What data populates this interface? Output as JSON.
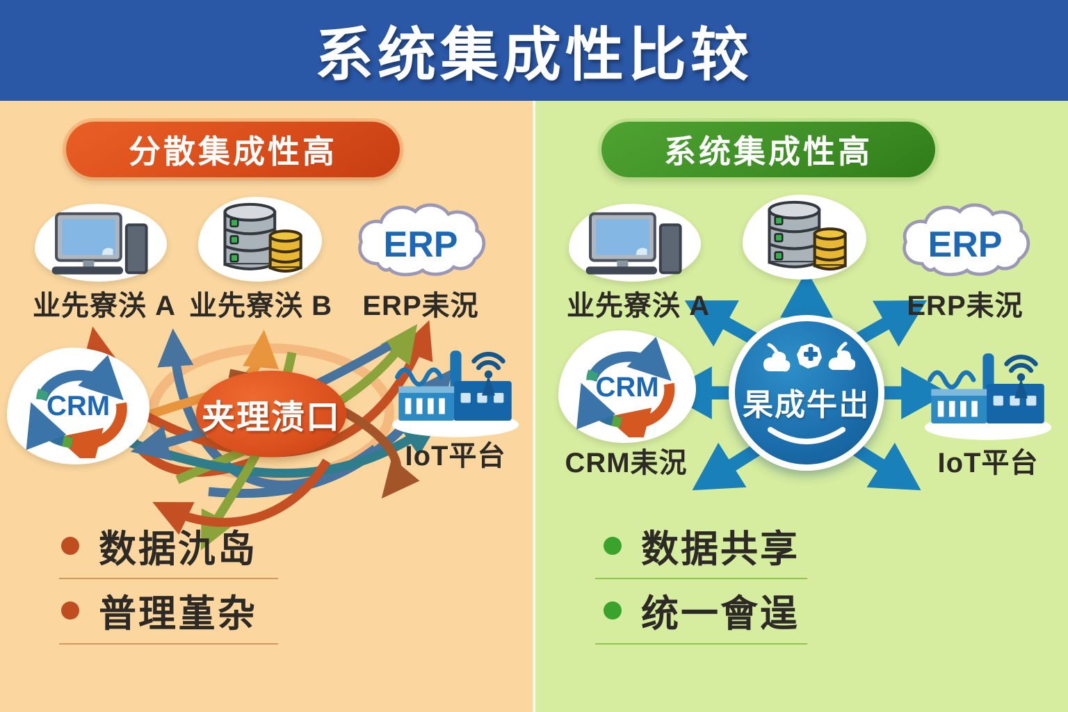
{
  "title": "系统集成性比较",
  "left": {
    "header": "分散集成性高",
    "hub_label": "夹理渍口",
    "nodes": [
      {
        "id": "system-a",
        "label": "业先寮浂 A"
      },
      {
        "id": "system-b",
        "label": "业先寮浂 B"
      },
      {
        "id": "erp",
        "label": "ERP耒況",
        "icon_text": "ERP"
      },
      {
        "id": "crm",
        "label": "",
        "icon_text": "CRM"
      },
      {
        "id": "iot",
        "label": "IoT平台"
      }
    ],
    "bullets": [
      "数据氿岛",
      "普理堇杂"
    ]
  },
  "right": {
    "header": "系统集成性高",
    "hub_label": "杲成牛岀",
    "nodes": [
      {
        "id": "system-a",
        "label": "业先寮浂 A"
      },
      {
        "id": "database",
        "label": ""
      },
      {
        "id": "erp",
        "label": "ERP耒況",
        "icon_text": "ERP"
      },
      {
        "id": "crm",
        "label": "CRM耒況",
        "icon_text": "CRM"
      },
      {
        "id": "iot",
        "label": "IoT平台"
      }
    ],
    "bullets": [
      "数据共享",
      "统一會逞"
    ]
  },
  "colors": {
    "header_bg": "#2a57a6",
    "left_bg": "#fbd79f",
    "right_bg": "#d6ed9f",
    "left_badge": "#d94d1b",
    "right_badge": "#3f9026",
    "hub_left": "#dd5320",
    "hub_right": "#1b6dab",
    "bullet_left": "#bf4d20",
    "bullet_right": "#3aa32c",
    "arrow_blue": "#1a80ba",
    "text_dark": "#2d2a26"
  }
}
